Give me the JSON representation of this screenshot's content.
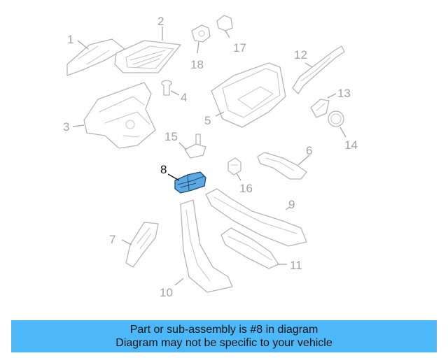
{
  "diagram": {
    "highlight_color": "#5aa9e3",
    "callouts": [
      {
        "id": "1",
        "label": "1",
        "highlighted": false
      },
      {
        "id": "2",
        "label": "2",
        "highlighted": false
      },
      {
        "id": "3",
        "label": "3",
        "highlighted": false
      },
      {
        "id": "4",
        "label": "4",
        "highlighted": false
      },
      {
        "id": "5",
        "label": "5",
        "highlighted": false
      },
      {
        "id": "6",
        "label": "6",
        "highlighted": false
      },
      {
        "id": "7",
        "label": "7",
        "highlighted": false
      },
      {
        "id": "8",
        "label": "8",
        "highlighted": true
      },
      {
        "id": "9",
        "label": "9",
        "highlighted": false
      },
      {
        "id": "10",
        "label": "10",
        "highlighted": false
      },
      {
        "id": "11",
        "label": "11",
        "highlighted": false
      },
      {
        "id": "12",
        "label": "12",
        "highlighted": false
      },
      {
        "id": "13",
        "label": "13",
        "highlighted": false
      },
      {
        "id": "14",
        "label": "14",
        "highlighted": false
      },
      {
        "id": "15",
        "label": "15",
        "highlighted": false
      },
      {
        "id": "16",
        "label": "16",
        "highlighted": false
      },
      {
        "id": "17",
        "label": "17",
        "highlighted": false
      },
      {
        "id": "18",
        "label": "18",
        "highlighted": false
      }
    ]
  },
  "banner": {
    "line1": "Part or sub-assembly is #8 in diagram",
    "line2": "Diagram may not be specific to your vehicle",
    "background": "#4db8f7"
  }
}
